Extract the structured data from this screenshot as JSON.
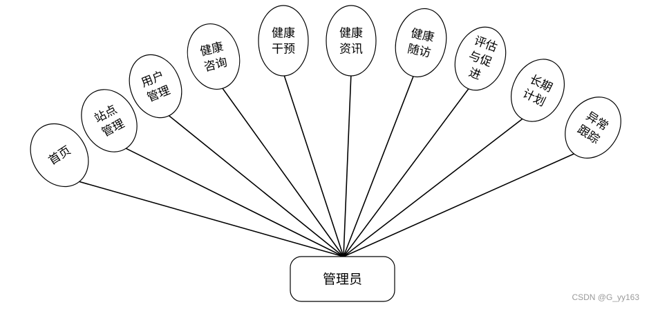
{
  "root": {
    "label": "管理员"
  },
  "nodes": [
    {
      "id": "home",
      "lines": [
        "首页"
      ]
    },
    {
      "id": "site-management",
      "lines": [
        "站点",
        "管理"
      ]
    },
    {
      "id": "user-management",
      "lines": [
        "用户",
        "管理"
      ]
    },
    {
      "id": "health-consult",
      "lines": [
        "健康",
        "咨询"
      ]
    },
    {
      "id": "health-intervention",
      "lines": [
        "健康",
        "干预"
      ]
    },
    {
      "id": "health-news",
      "lines": [
        "健康",
        "资讯"
      ]
    },
    {
      "id": "health-followup",
      "lines": [
        "健康",
        "随访"
      ]
    },
    {
      "id": "assess-promote",
      "lines": [
        "评估",
        "与促",
        "进"
      ]
    },
    {
      "id": "long-term-plan",
      "lines": [
        "长期",
        "计划"
      ]
    },
    {
      "id": "abnormal-tracking",
      "lines": [
        "异常",
        "跟踪"
      ]
    }
  ],
  "watermark": "CSDN @G_yy163",
  "colors": {
    "stroke": "#000000",
    "background": "#ffffff",
    "watermark": "#9a9a9a"
  }
}
